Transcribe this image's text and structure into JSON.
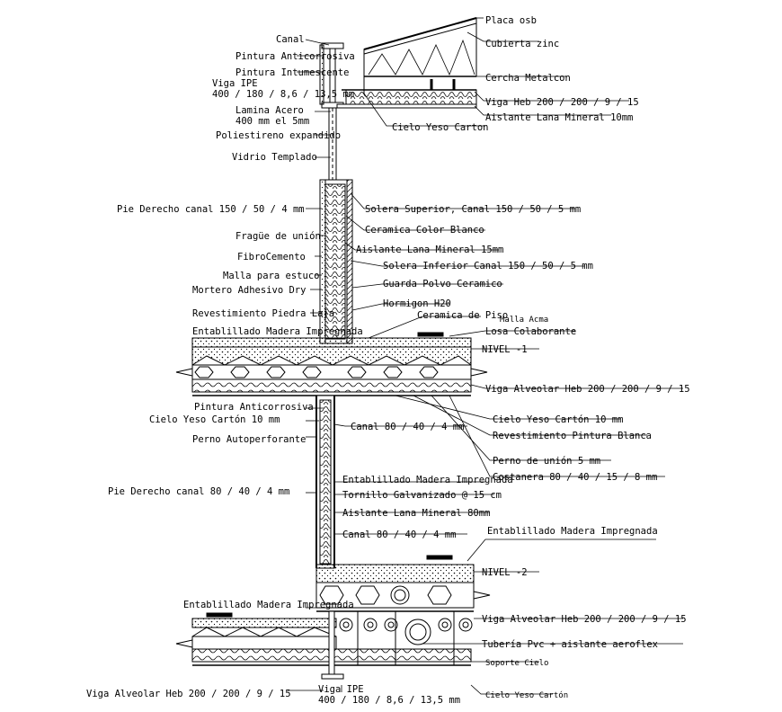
{
  "labels": {
    "placa_osb": "Placa osb",
    "cubierta_zinc": "Cubierta zinc",
    "cercha_metalcon": "Cercha Metalcon",
    "canal": "Canal",
    "pintura_anticorrosiva_top": "Pintura Anticorrosiva",
    "pintura_intumescente": "Pintura Intumescente",
    "viga_ipe_top": "Viga IPE",
    "viga_ipe_top_dims": "400 / 180 / 8,6 / 13,5 mm",
    "viga_heb_top": "Viga Heb 200 / 200 / 9 / 15",
    "aislante_lana_10": "Aislante Lana Mineral 10mm",
    "lamina_acero": "Lamina Acero",
    "lamina_acero_dims": "400 mm el 5mm",
    "cielo_yeso_top": "Cielo Yeso Carton",
    "poliestireno": "Poliestireno expandido",
    "vidrio_templado": "Vidrio Templado",
    "pie_derecho_150": "Pie Derecho canal 150 / 50 / 4 mm",
    "solera_superior": "Solera Superior, Canal 150 / 50 / 5 mm",
    "ceramica_blanco": "Ceramica Color Blanco",
    "fragua": "Fragüe de unión",
    "aislante_lana_15": "Aislante Lana Mineral 15mm",
    "fibrocemento": "FibroCemento",
    "solera_inferior": "Solera Inferior Canal 150 / 50 / 5 mm",
    "malla_estuco": "Malla para estuco",
    "guarda_polvo": "Guarda Polvo Ceramico",
    "mortero": "Mortero Adhesivo Dry",
    "hormigon": "Hormigon H20",
    "revestimiento_piedra": "Revestimiento Piedra Laja",
    "ceramica_piso": "Ceramica de Piso",
    "malla_acma": "Malla Acma",
    "entablillado_1": "Entablillado Madera Impregnada",
    "losa_colaborante": "Losa Colaborante",
    "nivel_1": "NIVEL -1",
    "viga_alveolar_1": "Viga Alveolar Heb 200 / 200 / 9 / 15",
    "pintura_anticorrosiva_mid": "Pintura Anticorrosiva",
    "cielo_yeso_10_left": "Cielo Yeso Cartón 10 mm",
    "canal_80_upper": "Canal 80 / 40 / 4 mm",
    "cielo_yeso_10_right": "Cielo Yeso Cartón 10 mm",
    "revestimiento_pintura": "Revestimiento Pintura Blanca",
    "perno_autoperforante": "Perno Autoperforante",
    "perno_union": "Perno de unión 5 mm",
    "costanera": "Costanera 80 / 40 / 15 / 8 mm",
    "entablillado_2": "Entablillado Madera Impregnada",
    "pie_derecho_80": "Pie Derecho canal 80 / 40 / 4 mm",
    "tornillo": "Tornillo Galvanizado @ 15 cm",
    "aislante_lana_80": "Aislante Lana Mineral 80mm",
    "canal_80_lower": "Canal 80 / 40 / 4 mm",
    "entablillado_3": "Entablillado Madera Impregnada",
    "nivel_2": "NIVEL -2",
    "entablillado_4": "Entablillado Madera Impregnada",
    "viga_alveolar_2": "Viga Alveolar Heb 200 / 200 / 9 / 15",
    "tuberia": "Tubería Pvc + aislante aeroflex",
    "soporte_cielo": "Soporte Cielo",
    "viga_alveolar_bottom": "Viga Alveolar Heb 200 / 200 / 9 / 15",
    "viga_ipe_bottom": "Viga IPE",
    "viga_ipe_bottom_dims": "400 / 180 / 8,6 / 13,5 mm",
    "cielo_yeso_bottom": "Cielo Yeso Cartón"
  }
}
